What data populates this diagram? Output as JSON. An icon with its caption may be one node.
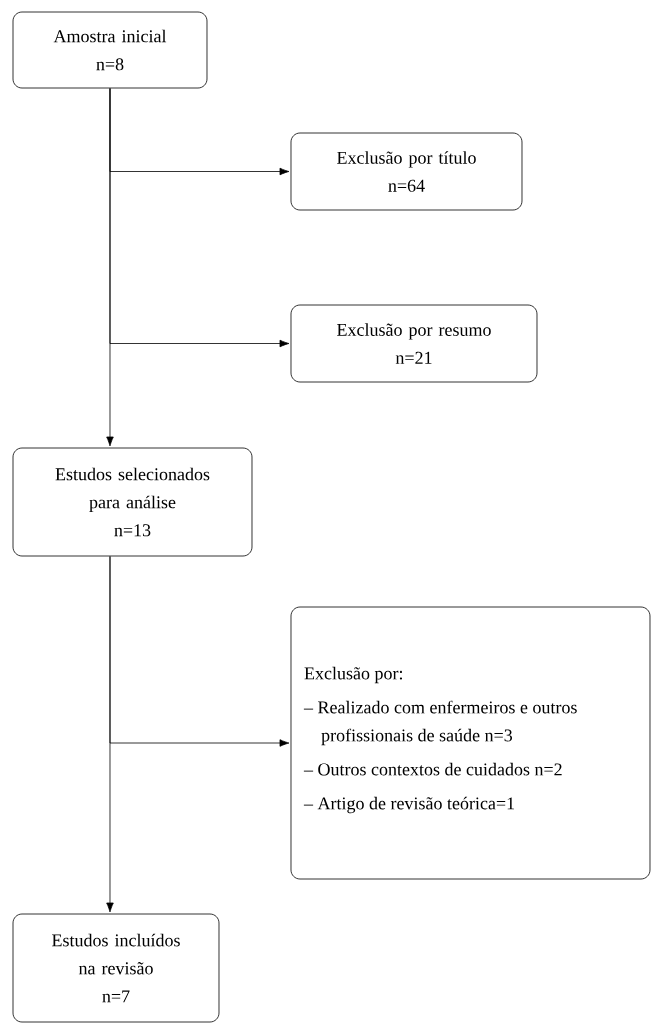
{
  "diagram": {
    "nodes": [
      {
        "text": [
          "Amostra inicial",
          "n=8"
        ]
      },
      {
        "text": [
          "Exclusão por título",
          "n=64"
        ]
      },
      {
        "text": [
          "Exclusão por resumo",
          "n=21"
        ]
      },
      {
        "text": [
          "Estudos selecionados para análise",
          "n=13"
        ]
      },
      {
        "text": [
          "Exclusão por:",
          "– Realizado com enfermeiros e outros profissionais de saúde n=3",
          "– Outros contextos de cuidados n=2",
          "– Artigo de revisão teórica=1"
        ]
      },
      {
        "text": [
          "Estudos incluídos na revisão",
          "n=7"
        ]
      }
    ],
    "edges": [
      {
        "from": 0,
        "to": 1,
        "arrow": "to"
      },
      {
        "from": 0,
        "to": 2,
        "arrow": "to"
      },
      {
        "from": 0,
        "to": 3,
        "arrow": "to"
      },
      {
        "from": 3,
        "to": 4,
        "arrow": "to"
      },
      {
        "from": 3,
        "to": 5,
        "arrow": "to"
      }
    ]
  }
}
